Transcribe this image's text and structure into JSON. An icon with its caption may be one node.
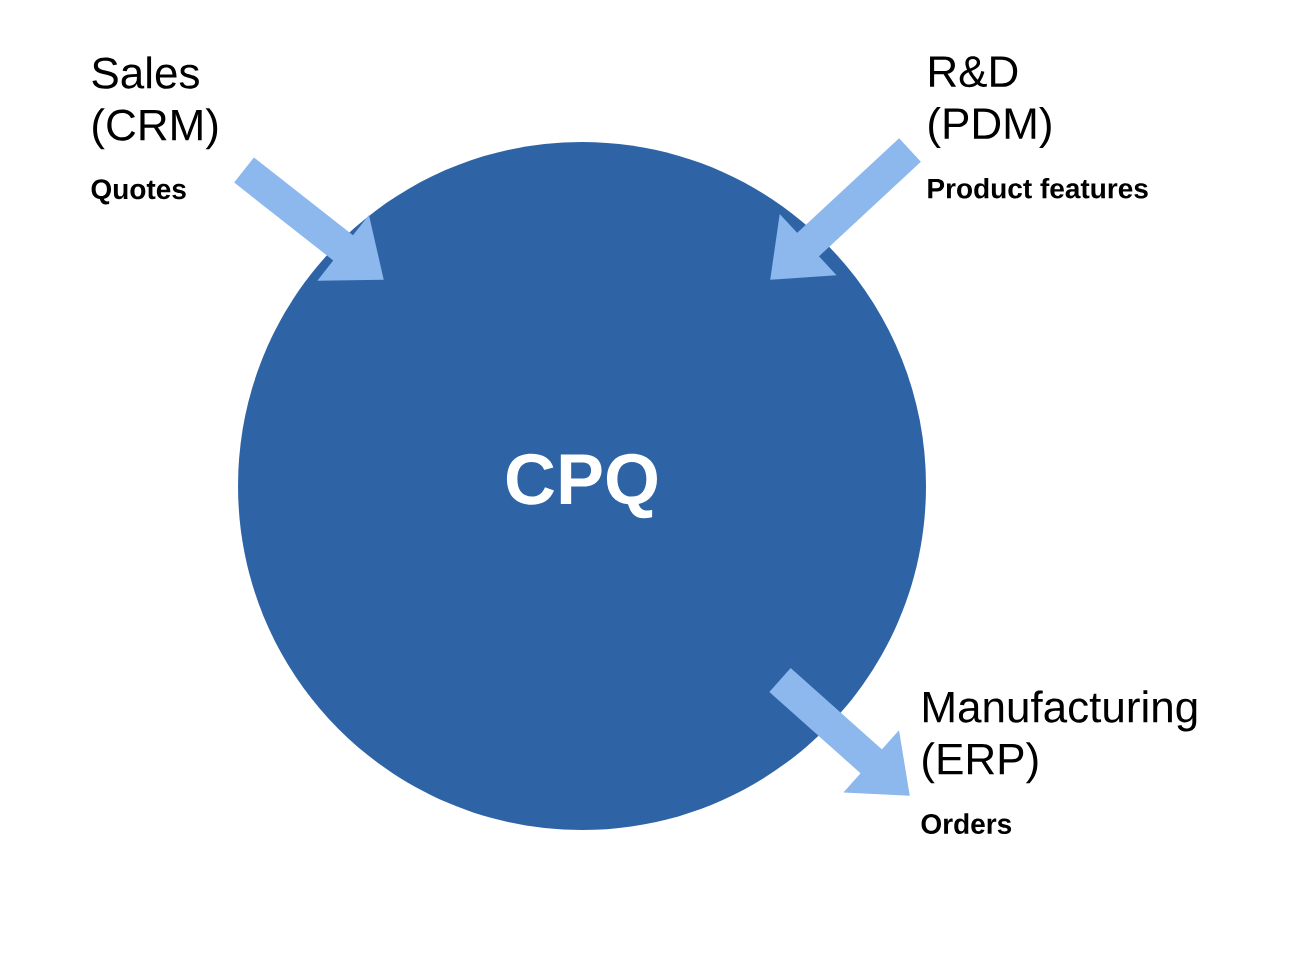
{
  "diagram": {
    "nodes": [
      {
        "text": [
          "CPQ"
        ]
      },
      {
        "text": [
          "Sales (CRM)",
          "Quotes"
        ]
      },
      {
        "text": [
          "R&D (PDM)",
          "Product features"
        ]
      },
      {
        "text": [
          "Manufacturing (ERP)",
          "Orders"
        ]
      }
    ],
    "edges": [
      {
        "from": 1,
        "to": 0,
        "arrow": "to"
      },
      {
        "from": 2,
        "to": 0,
        "arrow": "to"
      },
      {
        "from": 0,
        "to": 3,
        "arrow": "to"
      }
    ]
  }
}
